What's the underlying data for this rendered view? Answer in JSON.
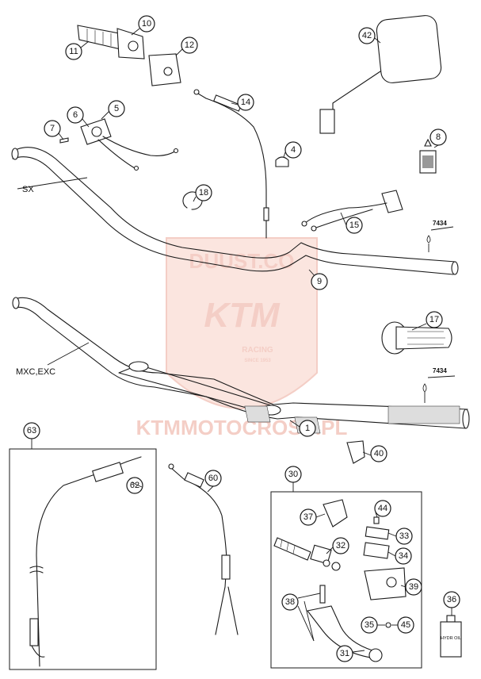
{
  "labels": {
    "sx": "SX",
    "mxc_exc": "MXC,EXC"
  },
  "codes": {
    "sx_code": "7434",
    "mxc_code": "7434"
  },
  "watermark": {
    "line1": "DUUST.CO",
    "brand": "KTM",
    "racing": "RACING",
    "since": "SINCE 1953",
    "site": "KTMMOTOCROSS.PL"
  },
  "callouts": {
    "c1": "1",
    "c4": "4",
    "c5": "5",
    "c6": "6",
    "c7": "7",
    "c8": "8",
    "c9": "9",
    "c10": "10",
    "c11": "11",
    "c12": "12",
    "c14": "14",
    "c15": "15",
    "c17": "17",
    "c18": "18",
    "c30": "30",
    "c31": "31",
    "c32": "32",
    "c33": "33",
    "c34": "34",
    "c35": "35",
    "c36": "36",
    "c37": "37",
    "c38": "38",
    "c39": "39",
    "c40": "40",
    "c42": "42",
    "c44": "44",
    "c45": "45",
    "c60": "60",
    "c62": "62",
    "c63": "63"
  },
  "bottle_label": "HYDR OIL",
  "colors": {
    "line": "#1a1a1a",
    "watermark": "#f3c9c0",
    "background": "#ffffff"
  }
}
